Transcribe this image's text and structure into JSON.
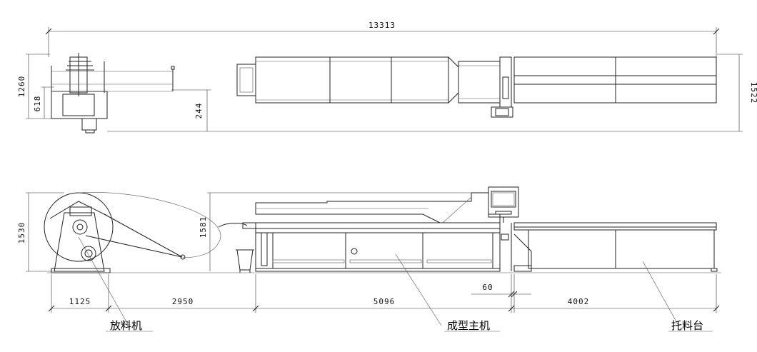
{
  "dimensions": {
    "total_length": "13313",
    "top_height": "1260",
    "top_depth": "618",
    "offset": "244",
    "width_right": "1522",
    "side_height_left": "1530",
    "side_height_mid": "1581",
    "seg1": "1125",
    "seg2": "2950",
    "seg3": "5096",
    "gap": "60",
    "seg4": "4002"
  },
  "labels": {
    "decoiler": "放料机",
    "main_machine": "成型主机",
    "support_table": "托料台"
  }
}
